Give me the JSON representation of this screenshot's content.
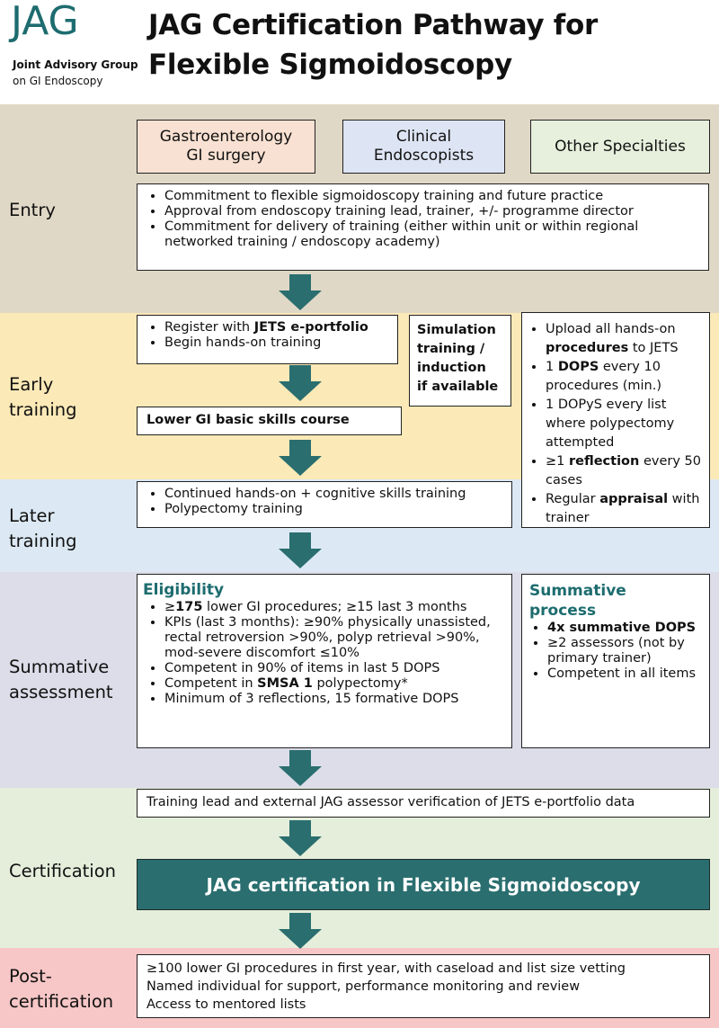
{
  "header": {
    "logo_text": "JAG",
    "logo_sub1": "Joint Advisory Group",
    "logo_sub2": "on GI Endoscopy",
    "title_line1": "JAG Certification Pathway for",
    "title_line2": "Flexible Sigmoidoscopy"
  },
  "colors": {
    "entry_band": "#e0d8c6",
    "early_band": "#fbe9b7",
    "later_band": "#dce9f4",
    "summative_band": "#dcdde8",
    "cert_band": "#e4eedb",
    "post_band": "#f7c6c6",
    "teal": "#2a6e6f"
  },
  "stages": {
    "entry": "Entry",
    "early_1": "Early",
    "early_2": "training",
    "later_1": "Later",
    "later_2": "training",
    "summative_1": "Summative",
    "summative_2": "assessment",
    "certification": "Certification",
    "post_1": "Post-",
    "post_2": "certification"
  },
  "entry_sources": [
    {
      "line1": "Gastroenterology",
      "line2": "GI surgery"
    },
    {
      "line1": "Clinical",
      "line2": "Endoscopists"
    },
    {
      "line1": "Other Specialties",
      "line2": ""
    }
  ],
  "entry_box": [
    "Commitment to flexible sigmoidoscopy training and future practice",
    "Approval from endoscopy training lead, trainer, +/- programme director",
    "Commitment for delivery of training (either within unit or within regional networked training / endoscopy academy)"
  ],
  "early": {
    "register_pre": "Register with ",
    "register_bold": "JETS e-portfolio",
    "begin": "Begin hands-on training",
    "simulation": [
      "Simulation",
      "training /",
      "induction",
      "if available"
    ],
    "course": "Lower GI basic skills course",
    "right": {
      "i1_pre": "Upload all hands-on ",
      "i1_bold": "procedures",
      "i1_post": " to JETS",
      "i2_pre": "1 ",
      "i2_bold": "DOPS",
      "i2_post": " every 10 procedures (min.)",
      "i3": "1 DOPyS every list where polypectomy attempted",
      "i4_pre": "≥1 ",
      "i4_bold": "reflection",
      "i4_post": " every 50 cases",
      "i5_pre": "Regular ",
      "i5_bold": "appraisal",
      "i5_post": " with trainer"
    }
  },
  "later": [
    "Continued hands-on + cognitive skills training",
    "Polypectomy training"
  ],
  "summative": {
    "eligibility_title": "Eligibility",
    "e1_pre": "≥",
    "e1_bold": "175",
    "e1_post": " lower GI procedures; ≥15 last 3 months",
    "e2": "KPIs (last 3 months): ≥90% physically unassisted, rectal retroversion >90%, polyp retrieval >90%, mod-severe discomfort ≤10%",
    "e3": "Competent in 90% of items in last 5 DOPS",
    "e4_pre": "Competent in ",
    "e4_bold": "SMSA 1",
    "e4_post": " polypectomy*",
    "e5": "Minimum of 3 reflections, 15 formative DOPS",
    "process_title_1": "Summative",
    "process_title_2": "process",
    "p1": "4x summative DOPS",
    "p2": "≥2 assessors (not by primary trainer)",
    "p3": "Competent in all items"
  },
  "certification": {
    "verification": "Training lead and external JAG assessor verification of JETS e-portfolio data",
    "banner": "JAG certification in Flexible Sigmoidoscopy"
  },
  "post": [
    "≥100 lower GI procedures in first year, with caseload and list size vetting",
    "Named individual for support, performance monitoring and review",
    "Access to mentored lists"
  ]
}
